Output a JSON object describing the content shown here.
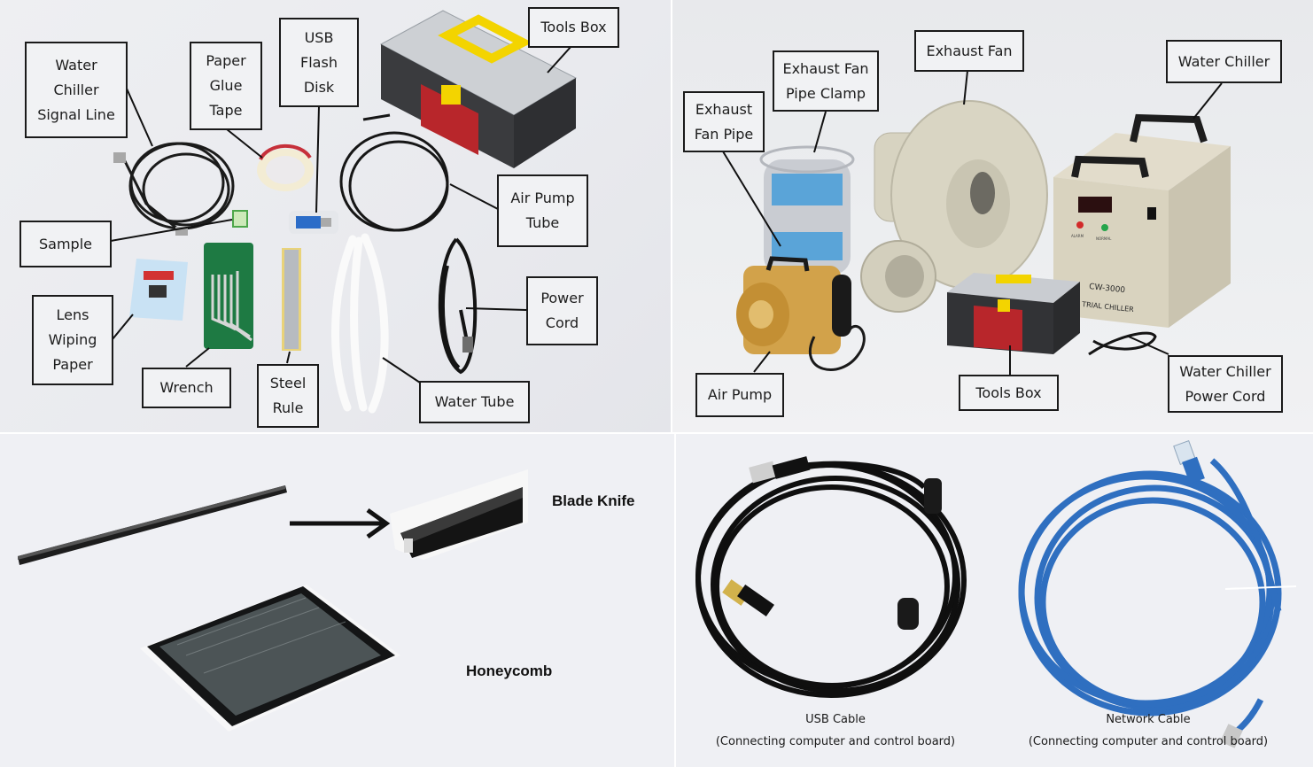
{
  "panels": {
    "accessories": {
      "labels": {
        "water_chiller_signal_line": "Water\nChiller\nSignal Line",
        "paper_glue_tape": "Paper\nGlue\nTape",
        "usb_flash_disk": "USB\nFlash\nDisk",
        "tools_box": "Tools Box",
        "air_pump_tube": "Air Pump\nTube",
        "sample": "Sample",
        "lens_wiping_paper": "Lens\nWiping\nPaper",
        "wrench": "Wrench",
        "steel_rule": "Steel\nRule",
        "power_cord": "Power\nCord",
        "water_tube": "Water Tube"
      }
    },
    "equipment": {
      "labels": {
        "exhaust_fan_pipe": "Exhaust\nFan Pipe",
        "exhaust_fan_pipe_clamp": "Exhaust  Fan\nPipe Clamp",
        "exhaust_fan": "Exhaust Fan",
        "water_chiller": "Water Chiller",
        "air_pump": "Air Pump",
        "tools_box": "Tools Box",
        "water_chiller_power_cord": "Water Chiller\nPower Cord"
      },
      "chiller_model": "CW-3000",
      "chiller_subtitle": "TRIAL  CHILLER",
      "chiller_indicators": [
        "ALARM",
        "NORMAL"
      ]
    },
    "blade_honeycomb": {
      "blade_knife_label": "Blade Knife",
      "honeycomb_label": "Honeycomb"
    },
    "cables": {
      "usb_cable": {
        "title": "USB Cable",
        "subtitle": "(Connecting computer and control board)"
      },
      "network_cable": {
        "title": "Network Cable",
        "subtitle": "(Connecting computer and control board)"
      }
    }
  },
  "colors": {
    "tool_box_yellow": "#f3d400",
    "tool_box_body": "#3a3b3e",
    "tool_box_red": "#b8262b",
    "network_cable_blue": "#2f6fc0",
    "chiller_beige": "#d9d3bf",
    "air_pump_gold": "#d2a24a"
  }
}
